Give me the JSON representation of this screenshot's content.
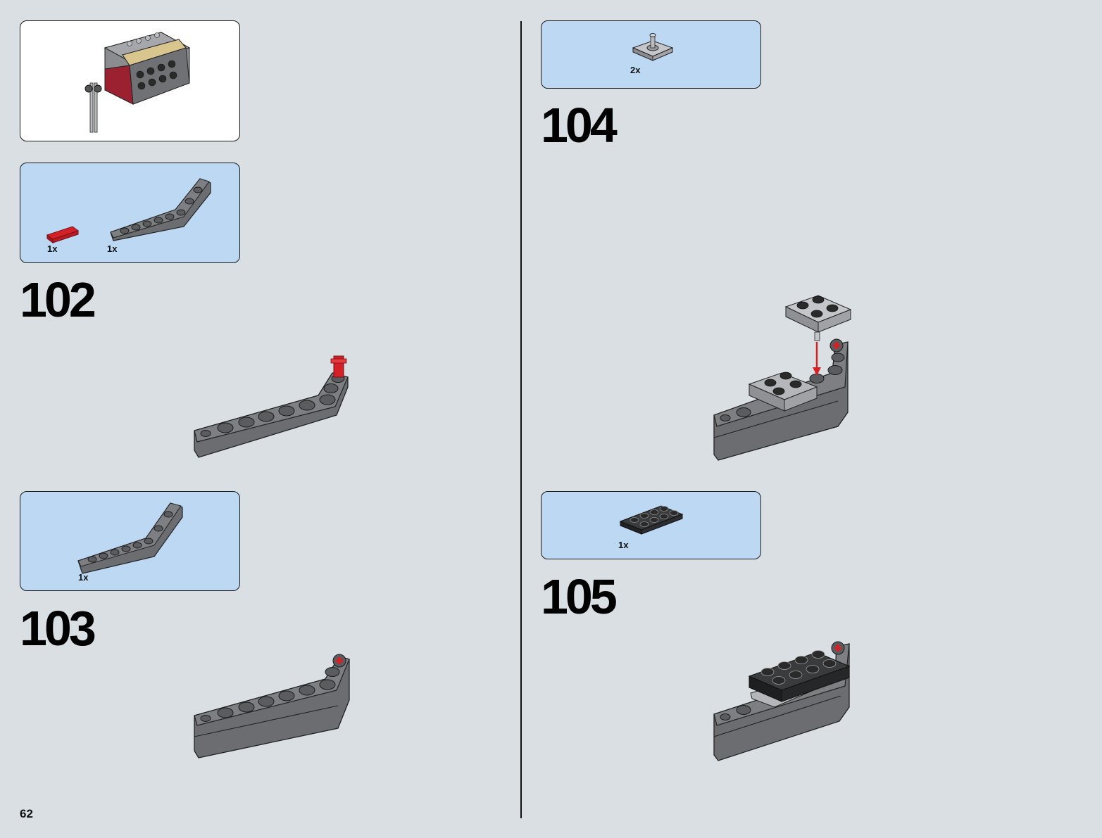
{
  "page": {
    "number": "62"
  },
  "steps": [
    {
      "number": "102",
      "parts": [
        {
          "qty": "1x",
          "part": "red-pin-icon"
        },
        {
          "qty": "1x",
          "part": "bent-beam-icon"
        }
      ]
    },
    {
      "number": "103",
      "parts": [
        {
          "qty": "1x",
          "part": "bent-beam-icon"
        }
      ]
    },
    {
      "number": "104",
      "parts": [
        {
          "qty": "2x",
          "part": "plate-with-pin-icon"
        }
      ]
    },
    {
      "number": "105",
      "parts": [
        {
          "qty": "1x",
          "part": "black-plate-2x4-icon"
        }
      ]
    }
  ],
  "colors": {
    "background": "#dadfe4",
    "parts_box": "#bcd8f2",
    "beam_gray": "#6b6d70",
    "accent_red": "#d42027"
  }
}
